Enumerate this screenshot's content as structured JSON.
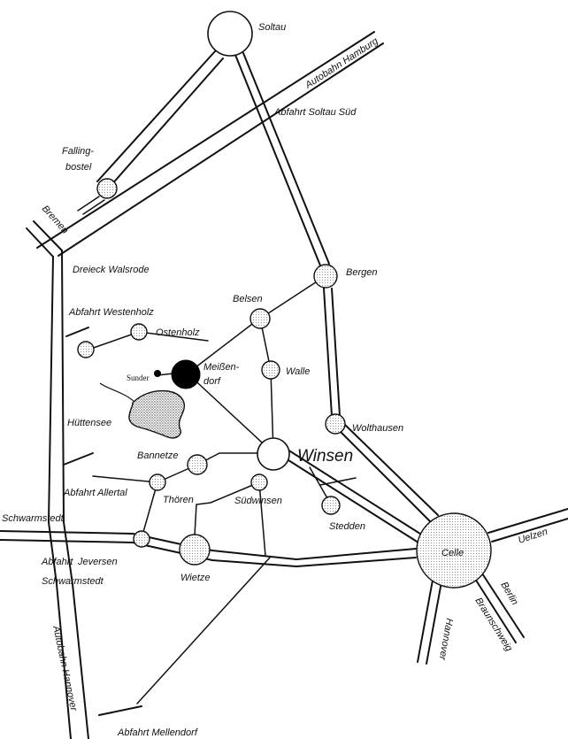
{
  "map": {
    "places": {
      "soltau": "Soltau",
      "fallingbostel": [
        "Falling-",
        "bostel"
      ],
      "bergen": "Bergen",
      "belsen": "Belsen",
      "ostenholz": "Ostenholz",
      "meissendorf": [
        "Meißen-",
        "dorf"
      ],
      "sunder": "Sunder",
      "walle": "Walle",
      "wolthausen": "Wolthausen",
      "winsen": "Winsen",
      "bannetze": "Bannetze",
      "thoeren": "Thören",
      "suedwinsen": "Südwinsen",
      "stedden": "Stedden",
      "celle": "Celle",
      "jeversen": "Jeversen",
      "wietze": "Wietze",
      "huettensee": "Hüttensee",
      "schwarmstedt": "Schwarmstedt"
    },
    "roads": {
      "autobahn_hamburg": "Autobahn Hamburg",
      "abfahrt_soltau_sued": "Abfahrt Soltau Süd",
      "bremen": "Bremen",
      "dreieck_walsrode": "Dreieck Walsrode",
      "abfahrt_westenholz": "Abfahrt Westenholz",
      "abfahrt_allertal": "Abfahrt Allertal",
      "abfahrt_schwarmstedt": [
        "Abfahrt",
        "Schwarmstedt"
      ],
      "autobahn_hannover": "Autobahn Hannover",
      "abfahrt_mellendorf": "Abfahrt Mellendorf",
      "uelzen": "Uelzen",
      "berlin": "Berlin",
      "braunschweig": "Braunschweig",
      "hannover": "Hannover"
    }
  }
}
